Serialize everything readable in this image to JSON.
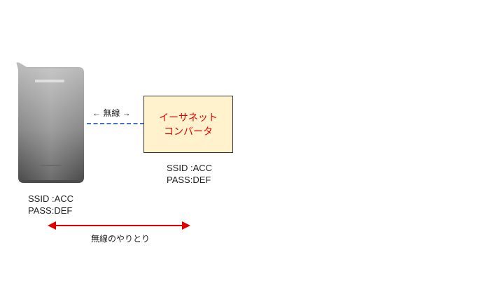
{
  "router": {
    "ssid": "SSID :ACC",
    "pass": "PASS:DEF"
  },
  "link": {
    "label": "← 無線 →",
    "line_color": "#4472c4"
  },
  "converter": {
    "line1": "イーサネット",
    "line2": "コンバータ",
    "ssid": "SSID :ACC",
    "pass": "PASS:DEF",
    "fill_color": "#fff2cc",
    "text_color": "#e00000"
  },
  "bottom": {
    "caption": "無線のやりとり",
    "arrow_color": "#e00000"
  }
}
